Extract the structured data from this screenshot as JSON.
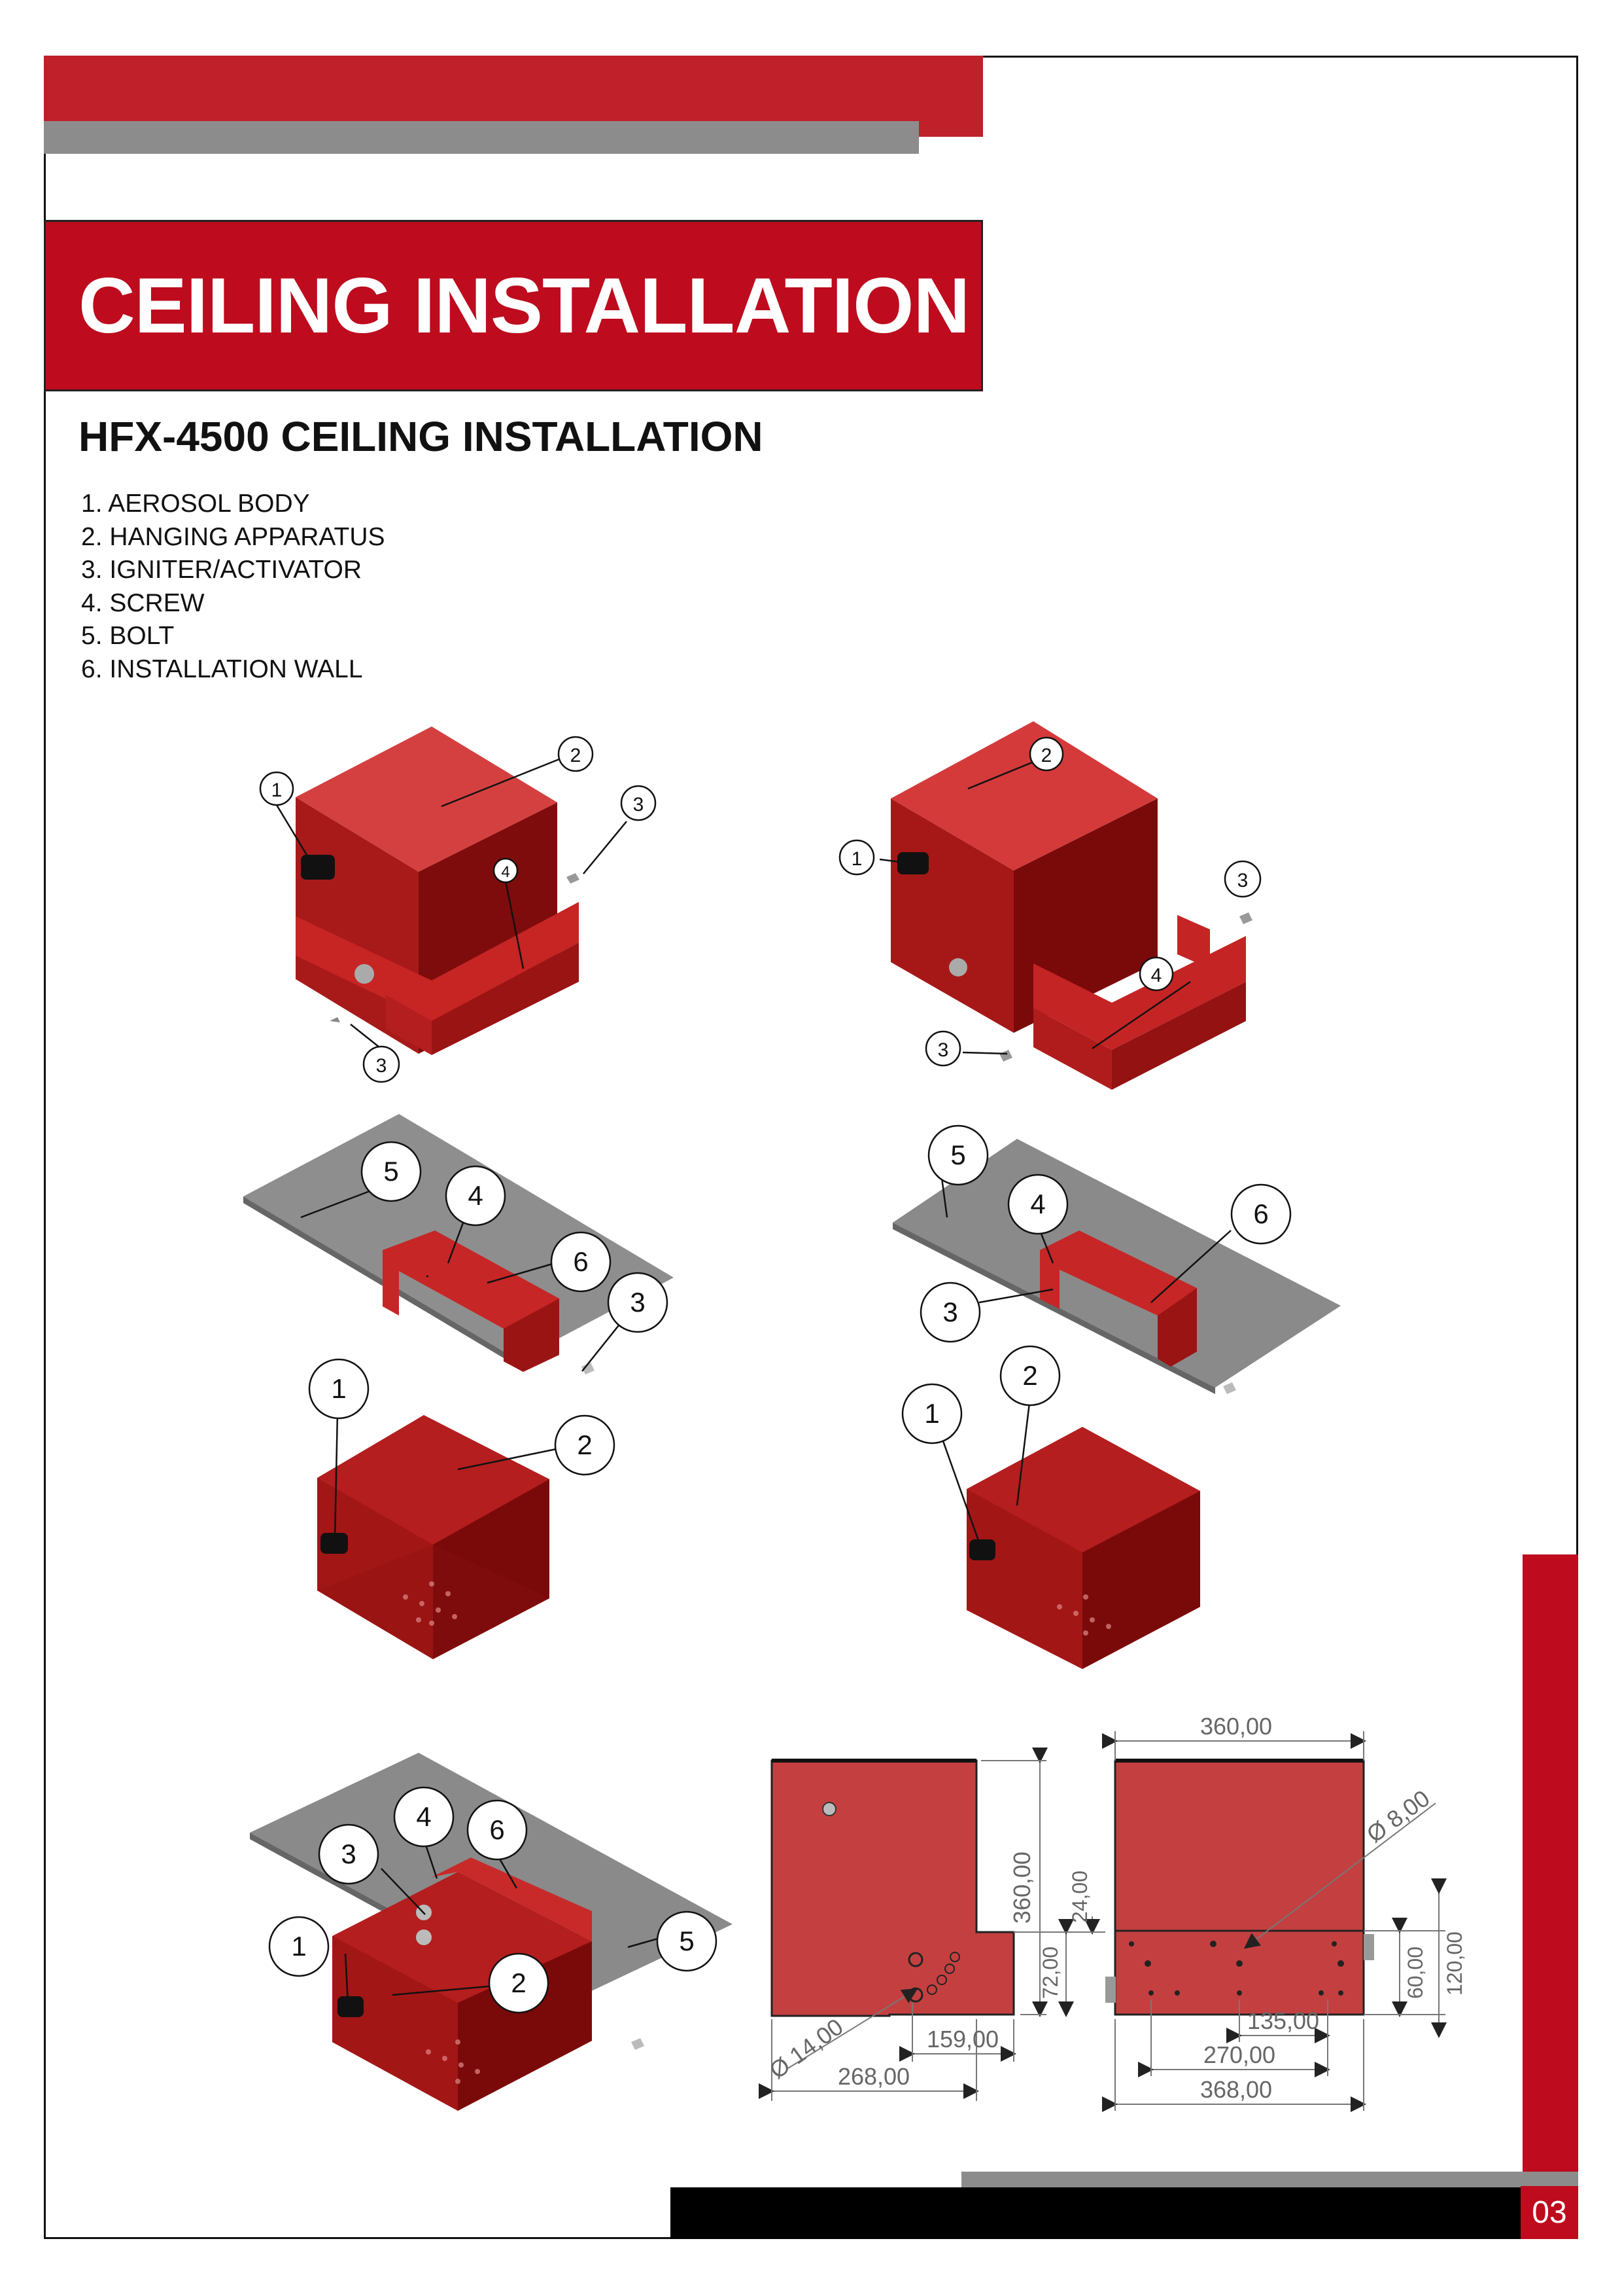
{
  "header": {
    "title": "CEILING INSTALLATION",
    "subtitle": "HFX-4500 CEILING INSTALLATION"
  },
  "parts_list": [
    "1. AEROSOL BODY",
    "2. HANGING APPARATUS",
    "3. IGNITER/ACTIVATOR",
    "4. SCREW",
    "5. BOLT",
    "6. INSTALLATION WALL"
  ],
  "callouts": [
    "1",
    "2",
    "3",
    "4",
    "5",
    "6"
  ],
  "dimensions": {
    "side_height": "360,00",
    "side_24": "24,00",
    "side_72": "72,00",
    "side_diameter": "Ø 14,00",
    "side_159": "159,00",
    "side_268": "268,00",
    "front_width_top": "360,00",
    "front_diameter": "Ø 8,00",
    "front_60": "60,00",
    "front_120": "120,00",
    "front_135": "135,00",
    "front_270": "270,00",
    "front_368": "368,00"
  },
  "page_number": "03",
  "colors": {
    "accent_red": "#be0b1e",
    "bar_red": "#c0202a",
    "bar_gray": "#8c8c8c",
    "body_red": "#c21c1c",
    "wall_gray": "#8e8e8e"
  }
}
